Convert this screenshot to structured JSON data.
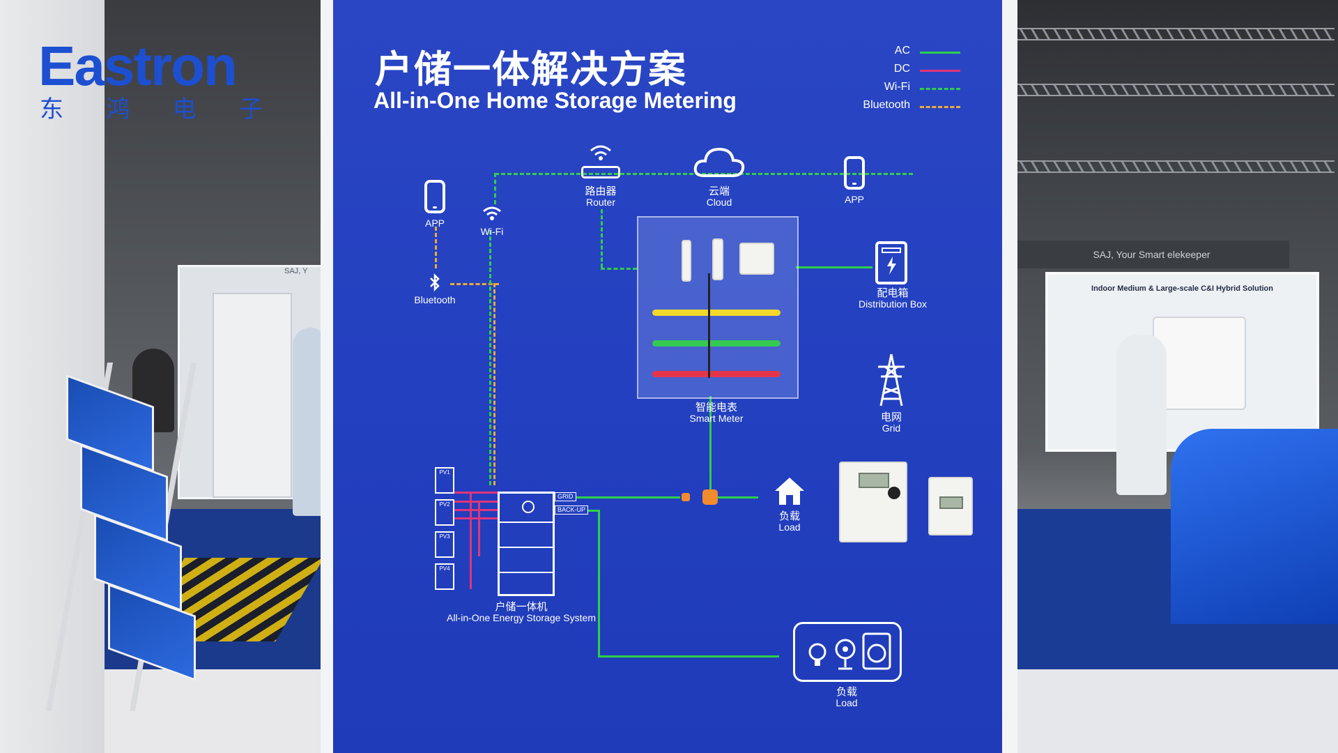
{
  "brand": {
    "logo_text": "Eastron",
    "logo_cn": [
      "东",
      "鸿",
      "电",
      "子"
    ]
  },
  "panel": {
    "title_cn": "户储一体解决方案",
    "title_en": "All-in-One Home Storage Metering",
    "legend": [
      {
        "label": "AC",
        "color": "#2ed04a",
        "style": "solid"
      },
      {
        "label": "DC",
        "color": "#e0357a",
        "style": "solid"
      },
      {
        "label": "Wi-Fi",
        "color": "#2ed04a",
        "style": "dashed"
      },
      {
        "label": "Bluetooth",
        "color": "#f1a93a",
        "style": "dashed"
      }
    ],
    "nodes": {
      "app_left": "APP",
      "wifi": "Wi-Fi",
      "bluetooth": "Bluetooth",
      "router_cn": "路由器",
      "router_en": "Router",
      "cloud_cn": "云端",
      "cloud_en": "Cloud",
      "app_right": "APP",
      "dist_cn": "配电箱",
      "dist_en": "Distribution Box",
      "grid_cn": "电网",
      "grid_en": "Grid",
      "meter_cn": "智能电表",
      "meter_en": "Smart Meter",
      "load1_cn": "负载",
      "load1_en": "Load",
      "ess_cn": "户储一体机",
      "ess_en": "All-in-One Energy Storage System",
      "load2_cn": "负载",
      "load2_en": "Load",
      "grid_port": "GRID",
      "backup_port": "BACK-UP",
      "pv": [
        "PV1",
        "PV2",
        "PV3",
        "PV4"
      ]
    }
  },
  "background": {
    "right_banner": "SAJ, Your Smart elekeeper",
    "right_booth_title": "Indoor Medium & Large-scale C&I Hybrid Solution",
    "left_sign": "SAJ, Y"
  }
}
